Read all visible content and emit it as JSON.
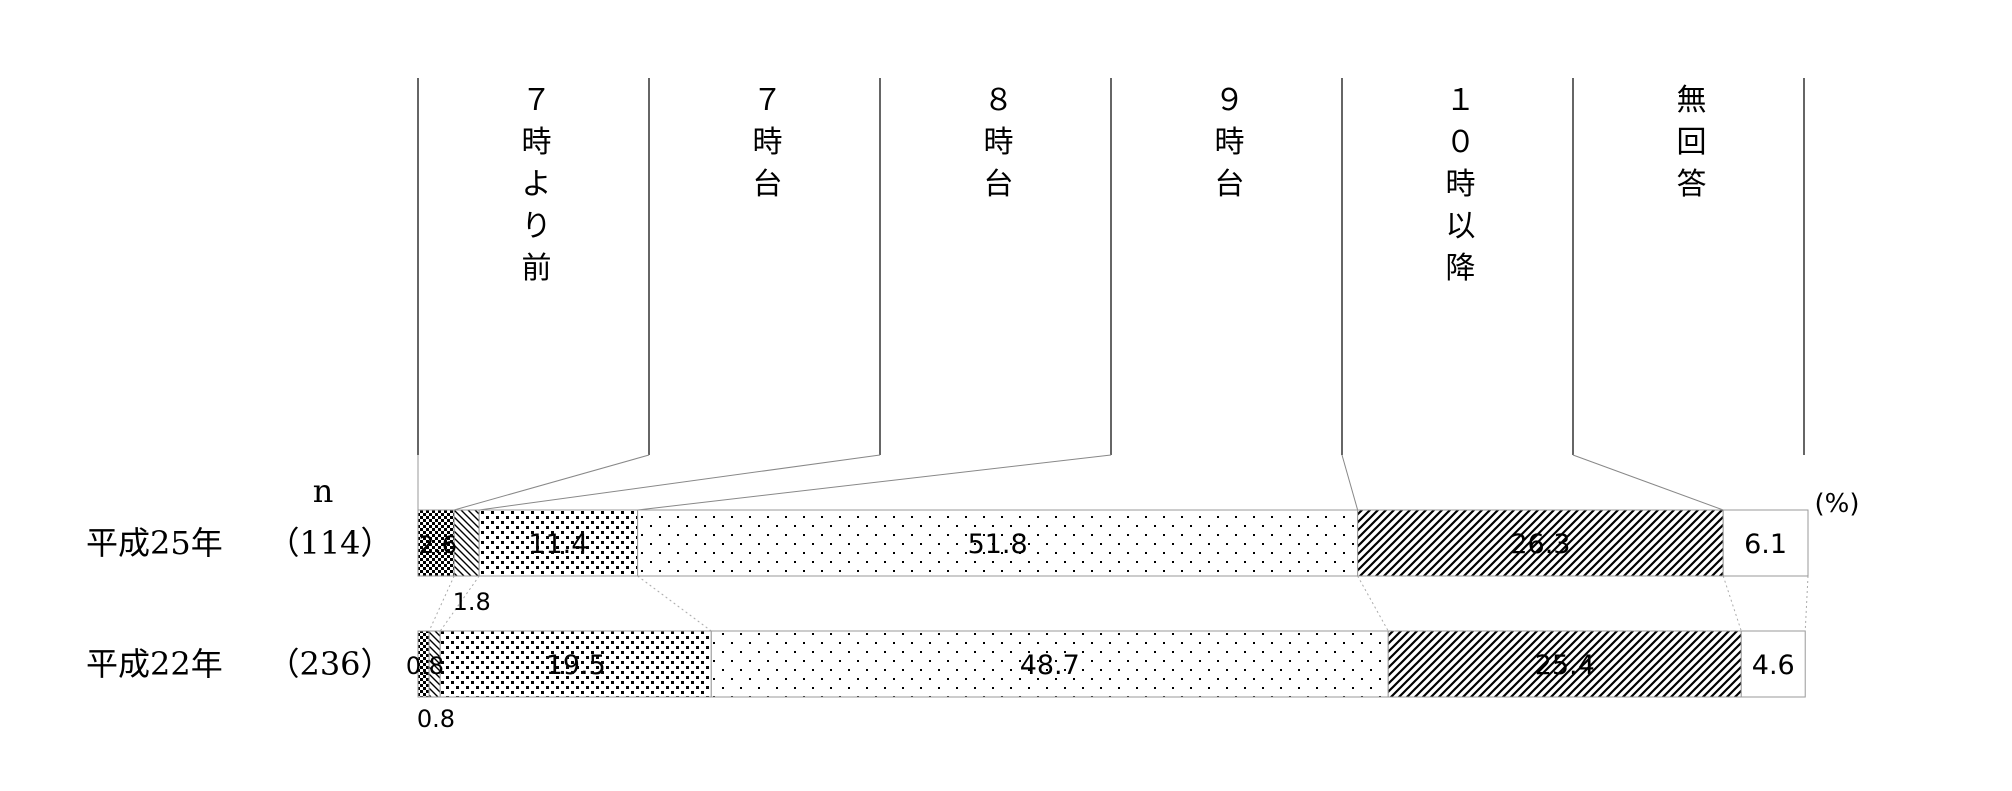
{
  "chart_data": {
    "type": "bar",
    "orientation": "horizontal",
    "stacked": true,
    "percent_scale": true,
    "xlim": [
      0,
      100
    ],
    "unit_label": "(%)",
    "n_header": "n",
    "segments": [
      {
        "name": "７時より前",
        "color": "#000000",
        "pattern": "checker"
      },
      {
        "name": "７時台",
        "color": "#000000",
        "pattern": "diagonal-back"
      },
      {
        "name": "８時台",
        "color": "#000000",
        "pattern": "dense-dots"
      },
      {
        "name": "９時台",
        "color": "#000000",
        "pattern": "sparse-dots"
      },
      {
        "name": "１０時以降",
        "color": "#000000",
        "pattern": "diagonal"
      },
      {
        "name": "無回答",
        "color": "#ffffff",
        "pattern": "none"
      }
    ],
    "rows": [
      {
        "label": "平成25年",
        "n": "（114）",
        "values": [
          2.6,
          1.8,
          11.4,
          51.8,
          26.3,
          6.1
        ]
      },
      {
        "label": "平成22年",
        "n": "（236）",
        "values": [
          0.8,
          0.8,
          19.5,
          48.7,
          25.4,
          4.6
        ]
      }
    ]
  }
}
